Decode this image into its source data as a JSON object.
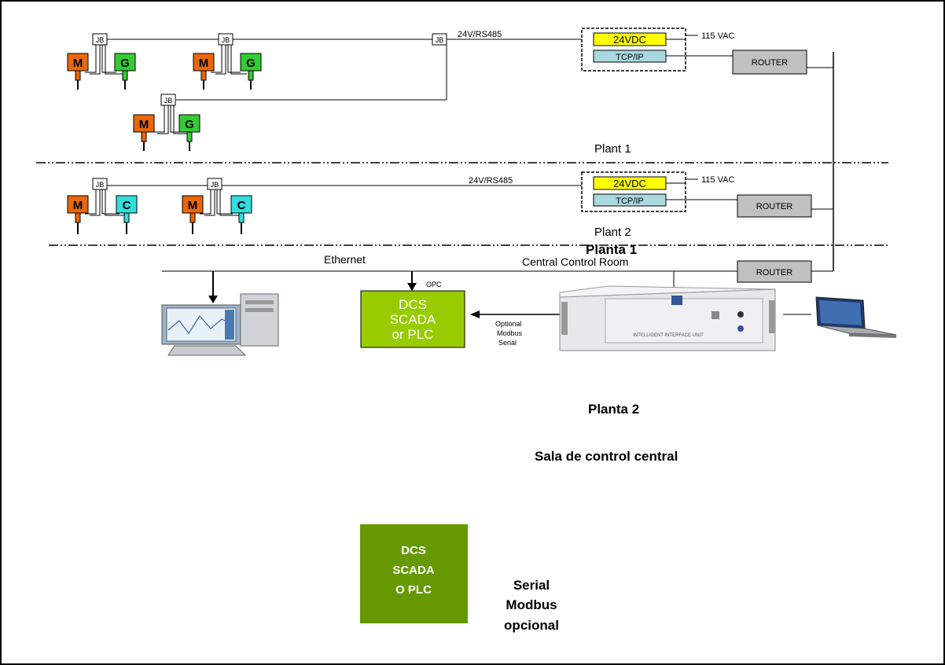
{
  "sensor_letters": {
    "m": "M",
    "g": "G",
    "c": "C"
  },
  "jb_label": "JB",
  "plant1": {
    "bus_label": "24V/RS485",
    "power_label": "24VDC",
    "ac_label": "115 VAC",
    "tcp_label": "TCP/IP",
    "router_label": "ROUTER",
    "name": "Plant 1"
  },
  "plant2": {
    "bus_label": "24V/RS485",
    "power_label": "24VDC",
    "ac_label": "115 VAC",
    "tcp_label": "TCP/IP",
    "router_label": "ROUTER",
    "name": "Plant 2"
  },
  "control_room": {
    "ethernet_label": "Ethernet",
    "name": "Central Control Room",
    "router_label": "ROUTER",
    "opc_label": "OPC",
    "modbus_label_lines": [
      "Optional",
      "Modbus",
      "Serial"
    ],
    "interface_unit_label": "INTELLIGENT INTERFACE UNIT"
  },
  "dcs_box": {
    "lines": [
      "DCS",
      "SCADA",
      "or PLC"
    ],
    "color": "#99cc00"
  },
  "spanish": {
    "planta1": "Planta 1",
    "planta2": "Planta 2",
    "sala": "Sala de control central",
    "dcs_lines": [
      "DCS",
      "SCADA",
      "O PLC"
    ],
    "serial_lines": [
      "Serial",
      "Modbus",
      "opcional"
    ],
    "dcs_color": "#669900"
  },
  "colors": {
    "m_sensor": "#e8670c",
    "g_sensor": "#33cc33",
    "c_sensor": "#33dddd",
    "power_box": "#ffff00",
    "tcp_box": "#a8d8e0",
    "router_box": "#c0c0c0"
  }
}
